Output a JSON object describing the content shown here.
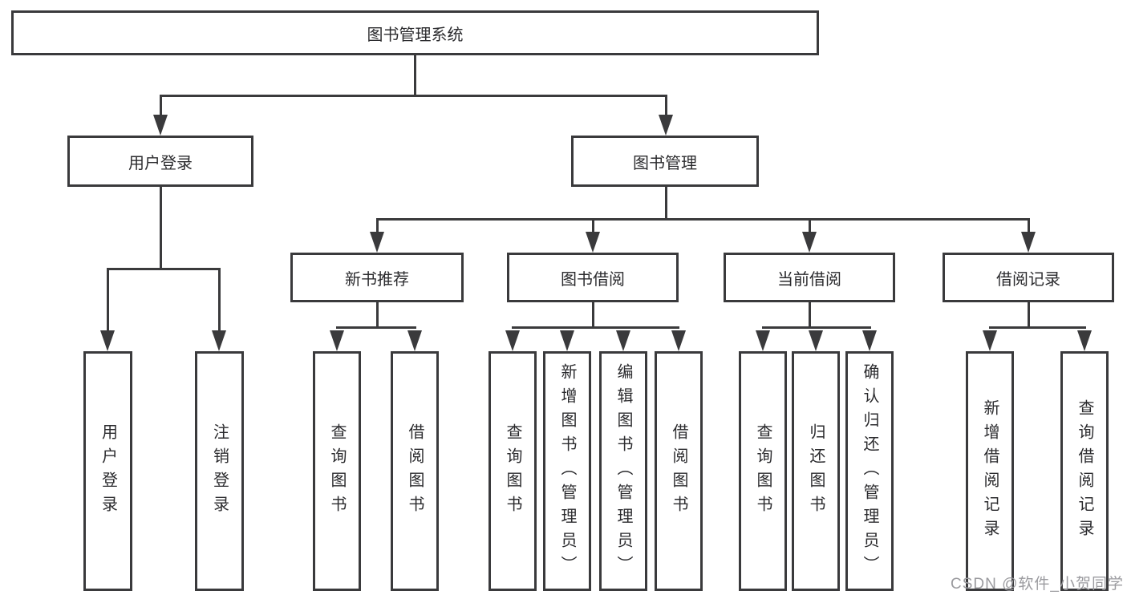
{
  "diagram": {
    "title": "图书管理系统",
    "root": "图书管理系统",
    "branches": [
      {
        "label": "用户登录",
        "children": [
          "用户登录",
          "注销登录"
        ]
      },
      {
        "label": "图书管理",
        "children": [
          {
            "label": "新书推荐",
            "children": [
              "查询图书",
              "借阅图书"
            ]
          },
          {
            "label": "图书借阅",
            "children": [
              "查询图书",
              "新增图书（管理员）",
              "编辑图书（管理员）",
              "借阅图书"
            ]
          },
          {
            "label": "当前借阅",
            "children": [
              "查询图书",
              "归还图书",
              "确认归还（管理员）"
            ]
          },
          {
            "label": "借阅记录",
            "children": [
              "新增借阅记录",
              "查询借阅记录"
            ]
          }
        ]
      }
    ]
  },
  "watermark": {
    "text": "CSDN @软件_小贺同学"
  },
  "colors": {
    "line": "#3a3a3c",
    "text": "#2b2b2e",
    "watermark": "#9b9b9f",
    "bg": "#ffffff"
  }
}
